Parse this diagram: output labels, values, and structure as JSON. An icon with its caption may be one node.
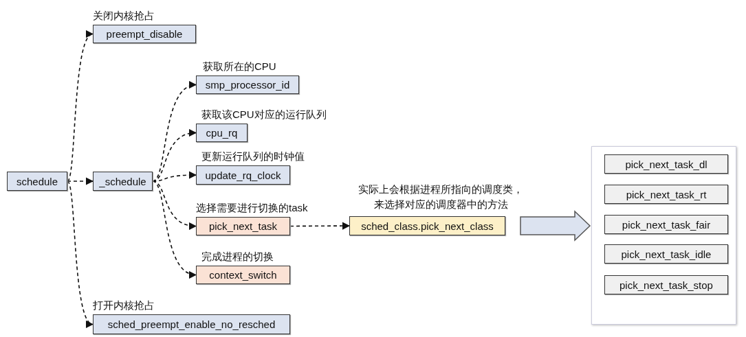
{
  "diagram": {
    "nodes": [
      {
        "text": [
          "schedule"
        ]
      },
      {
        "text": [
          "关闭内核抢占",
          "preempt_disable"
        ]
      },
      {
        "text": [
          "打开内核抢占",
          "sched_preempt_enable_no_resched"
        ]
      },
      {
        "text": [
          "_schedule"
        ]
      },
      {
        "text": [
          "获取所在的CPU",
          "smp_processor_id"
        ]
      },
      {
        "text": [
          "获取该CPU对应的运行队列",
          "cpu_rq"
        ]
      },
      {
        "text": [
          "更新运行队列的时钟值",
          "update_rq_clock"
        ]
      },
      {
        "text": [
          "选择需要进行切换的task",
          "pick_next_task"
        ]
      },
      {
        "text": [
          "完成进程的切换",
          "context_switch"
        ]
      },
      {
        "text": [
          "实际上会根据进程所指向的调度类，来选择对应的调度器中的方法",
          "sched_class.pick_next_class"
        ]
      },
      {
        "text": [],
        "shape": "box"
      },
      {
        "text": [
          "pick_next_task_dl"
        ],
        "in": 10
      },
      {
        "text": [
          "pick_next_task_rt"
        ],
        "in": 10
      },
      {
        "text": [
          "pick_next_task_fair"
        ],
        "in": 10
      },
      {
        "text": [
          "pick_next_task_idle"
        ],
        "in": 10
      },
      {
        "text": [
          "pick_next_task_stop"
        ],
        "in": 10
      }
    ],
    "edges": [
      {
        "from": 0,
        "to": 1,
        "arrow": "to"
      },
      {
        "from": 0,
        "to": 3,
        "arrow": "to"
      },
      {
        "from": 0,
        "to": 2,
        "arrow": "to"
      },
      {
        "from": 3,
        "to": 4,
        "arrow": "to"
      },
      {
        "from": 3,
        "to": 5,
        "arrow": "to"
      },
      {
        "from": 3,
        "to": 6,
        "arrow": "to"
      },
      {
        "from": 3,
        "to": 7,
        "arrow": "to"
      },
      {
        "from": 3,
        "to": 8,
        "arrow": "to"
      },
      {
        "from": 7,
        "to": 9,
        "arrow": "to"
      },
      {
        "from": 9,
        "to": 10,
        "arrow": "to",
        "style": "thick"
      }
    ]
  }
}
